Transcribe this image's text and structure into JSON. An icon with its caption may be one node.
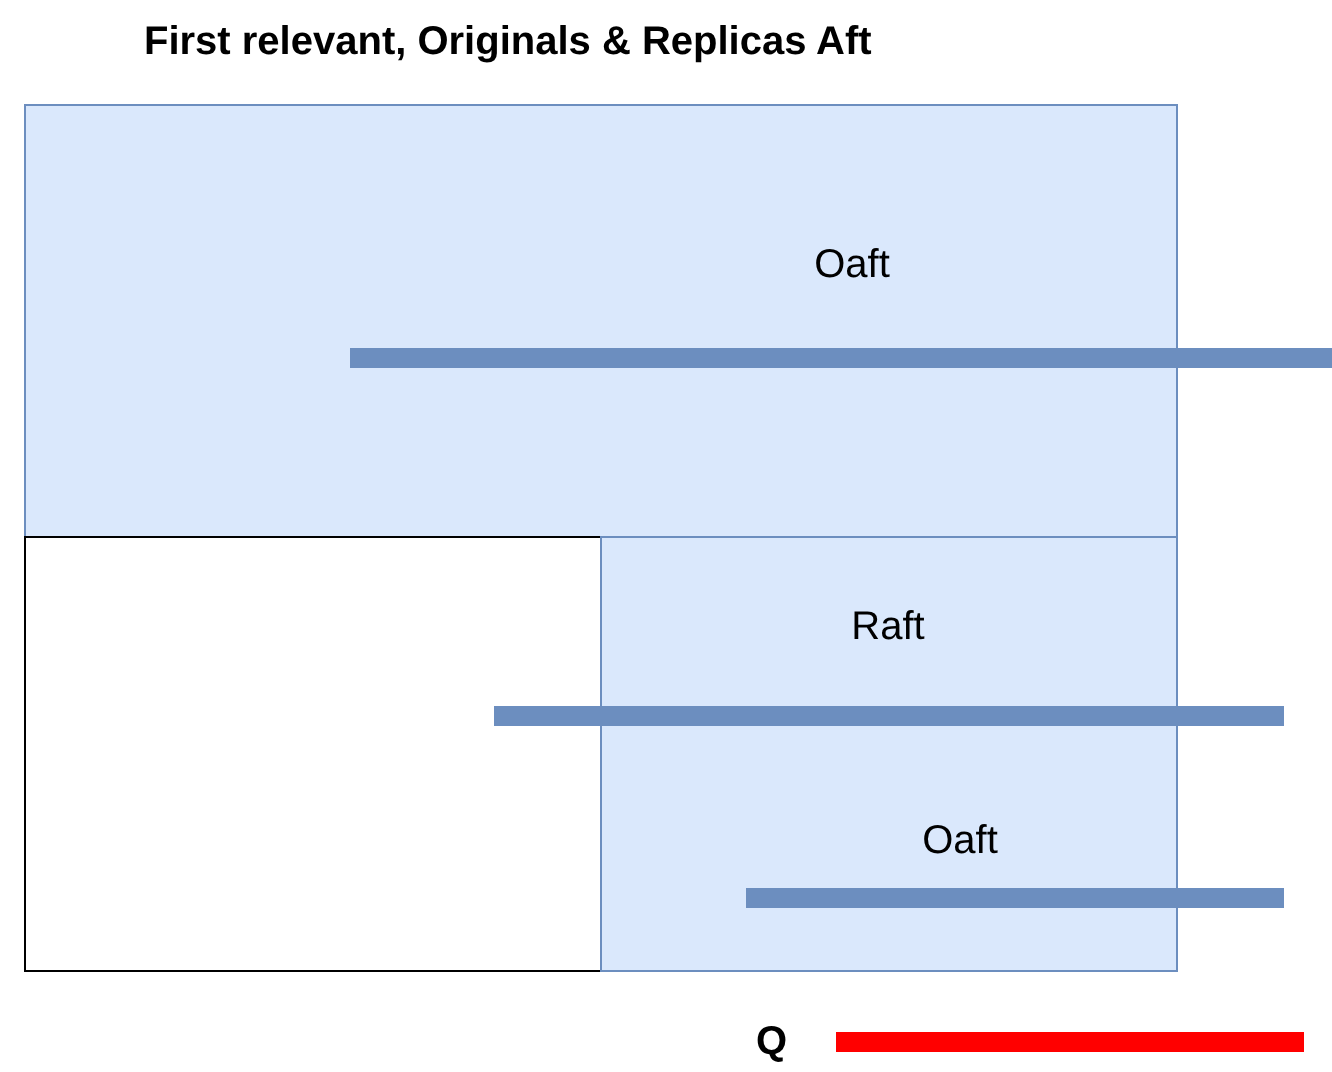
{
  "diagram": {
    "title": "First relevant, Originals & Replicas Aft",
    "nodes": [
      {
        "text": [
          "Oaft"
        ]
      },
      {
        "text": [],
        "shape": "box"
      },
      {
        "text": [
          "Raft",
          "Oaft"
        ]
      }
    ],
    "edges": [],
    "legend": [
      {
        "text": "Q"
      }
    ]
  }
}
